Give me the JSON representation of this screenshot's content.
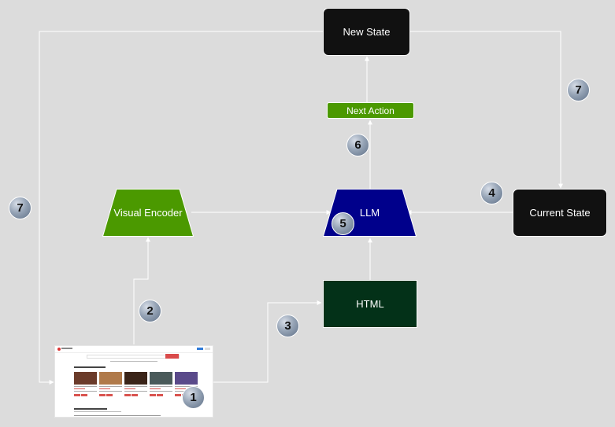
{
  "nodes": {
    "new_state": "New State",
    "next_action": "Next Action",
    "visual_encoder": "Visual Encoder",
    "llm": "LLM",
    "current_state": "Current State",
    "html": "HTML"
  },
  "badges": {
    "b1": "1",
    "b2": "2",
    "b3": "3",
    "b4": "4",
    "b5": "5",
    "b6": "6",
    "b7_left": "7",
    "b7_right": "7"
  },
  "colors": {
    "background": "#dcdcdc",
    "dark_node": "#111111",
    "green_node": "#4b9900",
    "llm_node": "#00008b",
    "html_node": "#033118",
    "arrow": "#ffffff"
  },
  "icons": {
    "screenshot": "webpage-screenshot-thumbnail"
  }
}
